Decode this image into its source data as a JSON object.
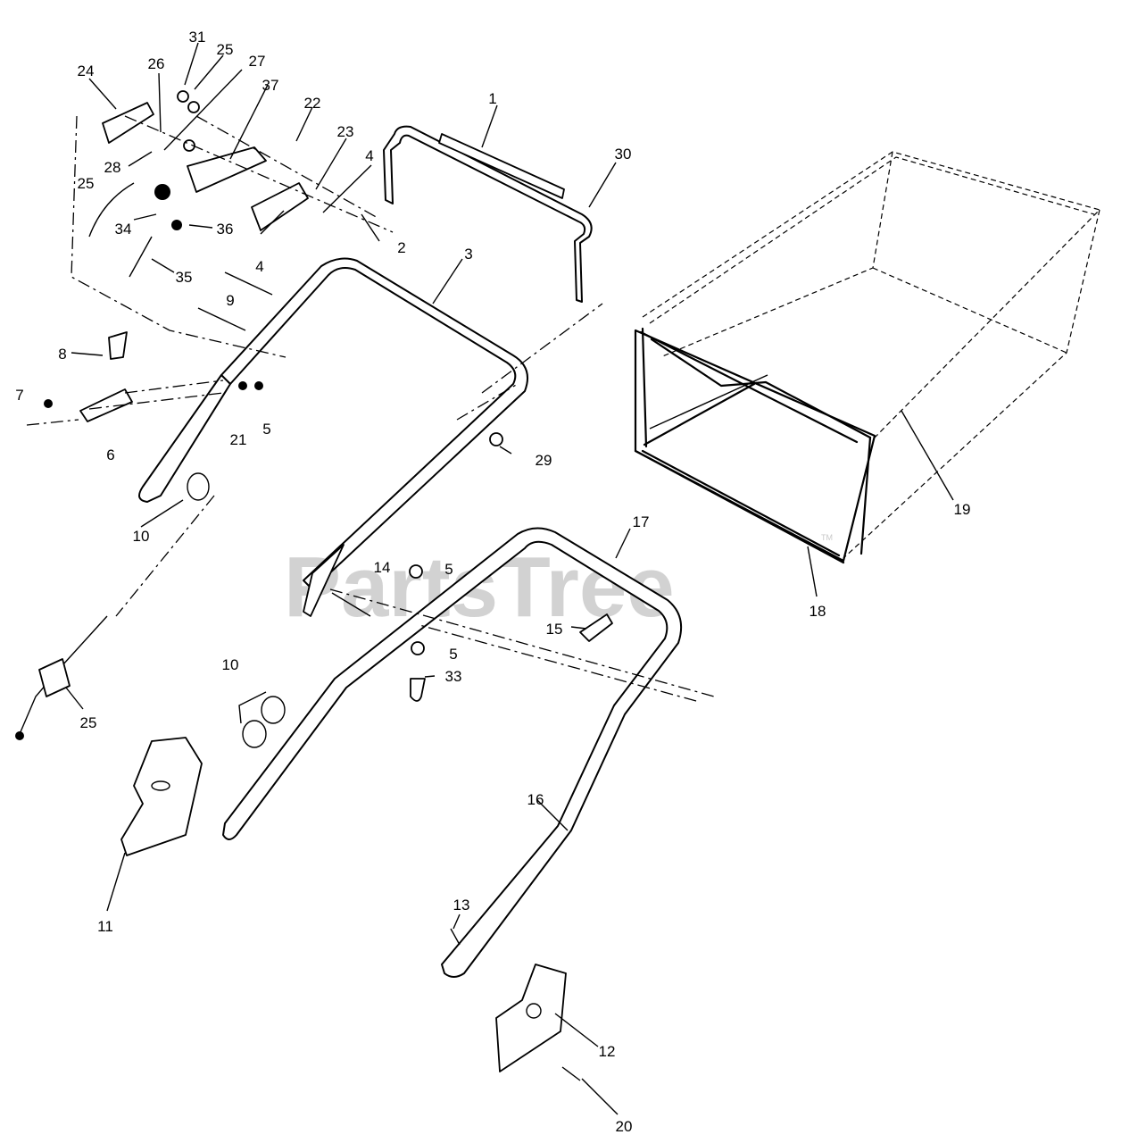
{
  "watermark": {
    "text": "PartsTree",
    "trademark": "TM"
  },
  "callouts": [
    {
      "id": "c1",
      "text": "1"
    },
    {
      "id": "c2",
      "text": "2"
    },
    {
      "id": "c3",
      "text": "3"
    },
    {
      "id": "c4a",
      "text": "4"
    },
    {
      "id": "c4b",
      "text": "4"
    },
    {
      "id": "c5a",
      "text": "5"
    },
    {
      "id": "c5b",
      "text": "5"
    },
    {
      "id": "c5c",
      "text": "5"
    },
    {
      "id": "c6",
      "text": "6"
    },
    {
      "id": "c7",
      "text": "7"
    },
    {
      "id": "c8",
      "text": "8"
    },
    {
      "id": "c9",
      "text": "9"
    },
    {
      "id": "c10a",
      "text": "10"
    },
    {
      "id": "c10b",
      "text": "10"
    },
    {
      "id": "c11",
      "text": "11"
    },
    {
      "id": "c12",
      "text": "12"
    },
    {
      "id": "c13",
      "text": "13"
    },
    {
      "id": "c14",
      "text": "14"
    },
    {
      "id": "c15",
      "text": "15"
    },
    {
      "id": "c16",
      "text": "16"
    },
    {
      "id": "c17",
      "text": "17"
    },
    {
      "id": "c18",
      "text": "18"
    },
    {
      "id": "c19",
      "text": "19"
    },
    {
      "id": "c20",
      "text": "20"
    },
    {
      "id": "c21",
      "text": "21"
    },
    {
      "id": "c22",
      "text": "22"
    },
    {
      "id": "c23",
      "text": "23"
    },
    {
      "id": "c24",
      "text": "24"
    },
    {
      "id": "c25a",
      "text": "25"
    },
    {
      "id": "c25b",
      "text": "25"
    },
    {
      "id": "c25c",
      "text": "25"
    },
    {
      "id": "c26",
      "text": "26"
    },
    {
      "id": "c27",
      "text": "27"
    },
    {
      "id": "c28",
      "text": "28"
    },
    {
      "id": "c29",
      "text": "29"
    },
    {
      "id": "c30",
      "text": "30"
    },
    {
      "id": "c31",
      "text": "31"
    },
    {
      "id": "c33",
      "text": "33"
    },
    {
      "id": "c34",
      "text": "34"
    },
    {
      "id": "c35",
      "text": "35"
    },
    {
      "id": "c36",
      "text": "36"
    },
    {
      "id": "c37",
      "text": "37"
    }
  ]
}
